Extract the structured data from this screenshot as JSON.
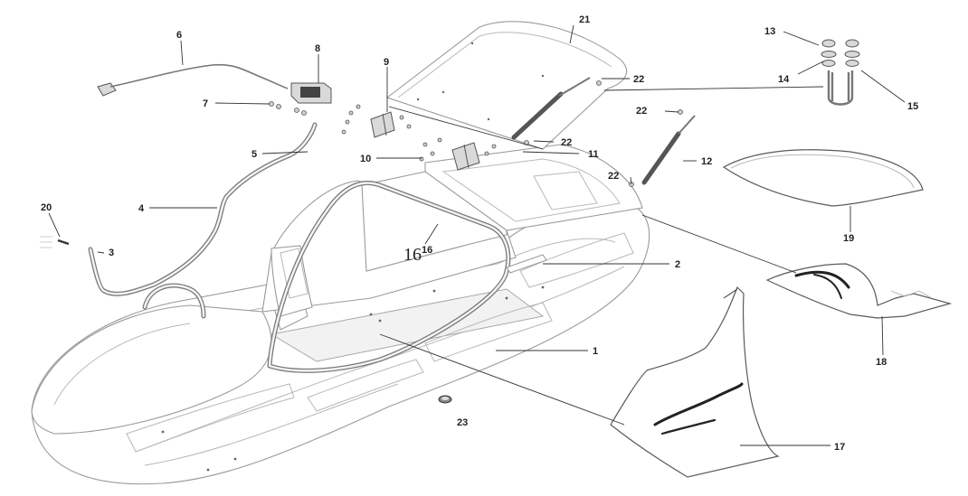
{
  "callouts": {
    "c1": "1",
    "c2": "2",
    "c3": "3",
    "c4": "4",
    "c5": "5",
    "c6": "6",
    "c7": "7",
    "c8": "8",
    "c9": "9",
    "c10": "10",
    "c11": "11",
    "c12": "12",
    "c13": "13",
    "c14": "14",
    "c15": "15",
    "c16": "16",
    "c16big": "16",
    "c17": "17",
    "c18": "18",
    "c19": "19",
    "c20": "20",
    "c21": "21",
    "c22a": "22",
    "c22b": "22",
    "c22c": "22",
    "c22d": "22",
    "c23": "23"
  },
  "colors": {
    "line": "#333333",
    "outline": "#9a9a9a",
    "background": "#ffffff"
  }
}
